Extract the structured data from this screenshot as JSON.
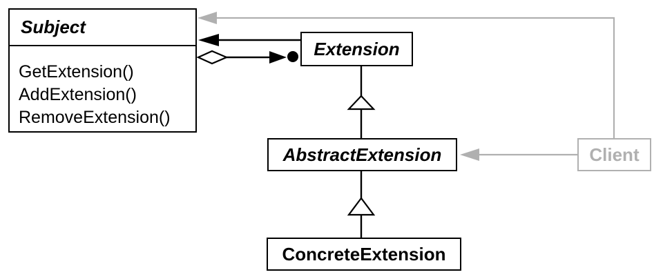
{
  "colors": {
    "black": "#000000",
    "gray": "#b0b0b0",
    "background": "#ffffff"
  },
  "classes": {
    "subject": {
      "name": "Subject",
      "methods": [
        "GetExtension()",
        "AddExtension()",
        "RemoveExtension()"
      ]
    },
    "extension": {
      "name": "Extension"
    },
    "abstract_extension": {
      "name": "AbstractExtension"
    },
    "concrete_extension": {
      "name": "ConcreteExtension"
    },
    "client": {
      "name": "Client"
    }
  },
  "relationships": [
    {
      "type": "aggregation",
      "from": "Subject",
      "to": "Extension",
      "notation": "open-diamond-to-filled-arrow-and-ball"
    },
    {
      "type": "reference",
      "from": "Extension",
      "to": "Subject",
      "notation": "filled-black-arrow"
    },
    {
      "type": "inheritance",
      "from": "AbstractExtension",
      "to": "Extension",
      "notation": "hollow-triangle"
    },
    {
      "type": "inheritance",
      "from": "ConcreteExtension",
      "to": "AbstractExtension",
      "notation": "hollow-triangle"
    },
    {
      "type": "dependency",
      "from": "Client",
      "to": "Subject",
      "notation": "gray-arrow"
    },
    {
      "type": "dependency",
      "from": "Client",
      "to": "AbstractExtension",
      "notation": "gray-arrow"
    }
  ]
}
